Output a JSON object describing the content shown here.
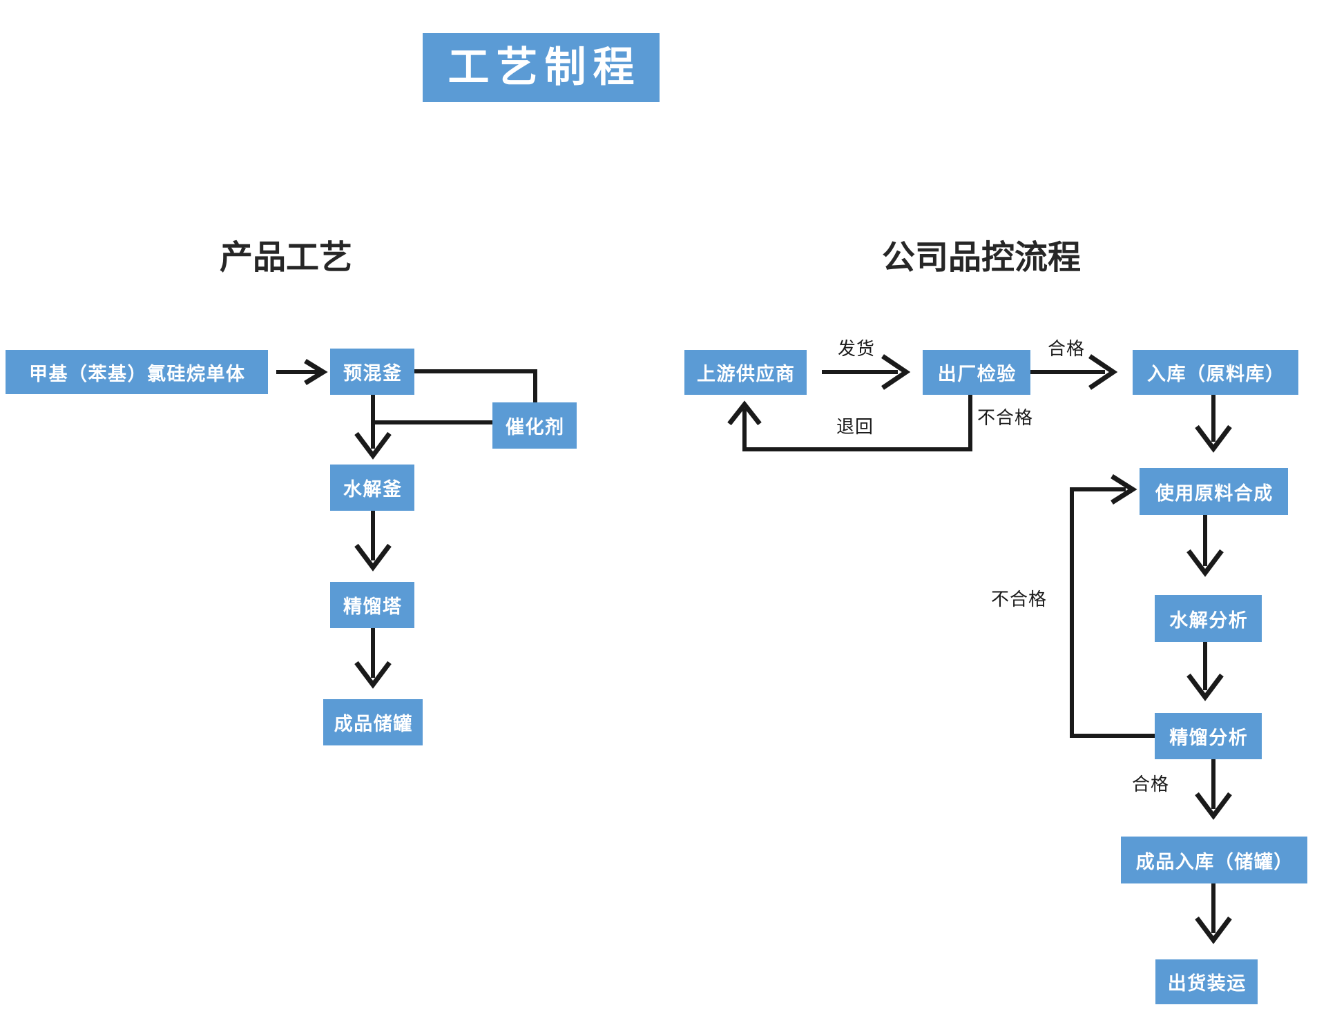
{
  "page": {
    "title": "工艺制程",
    "background_color": "#ffffff",
    "accent_color": "#5B9BD5",
    "line_color": "#1a1a1a"
  },
  "sections": {
    "left": {
      "header": "产品工艺"
    },
    "right": {
      "header": "公司品控流程"
    }
  },
  "left_flow": {
    "nodes": [
      {
        "id": "monomer",
        "label": "甲基（苯基）氯硅烷单体"
      },
      {
        "id": "premix",
        "label": "预混釜"
      },
      {
        "id": "catalyst",
        "label": "催化剂"
      },
      {
        "id": "hydro",
        "label": "水解釜"
      },
      {
        "id": "column",
        "label": "精馏塔"
      },
      {
        "id": "tank",
        "label": "成品储罐"
      }
    ]
  },
  "right_flow": {
    "nodes": [
      {
        "id": "supplier",
        "label": "上游供应商"
      },
      {
        "id": "inspection",
        "label": "出厂检验"
      },
      {
        "id": "warehouse",
        "label": "入库（原料库）"
      },
      {
        "id": "synthesis",
        "label": "使用原料合成"
      },
      {
        "id": "hydro_an",
        "label": "水解分析"
      },
      {
        "id": "distill_an",
        "label": "精馏分析"
      },
      {
        "id": "fg_storage",
        "label": "成品入库（储罐）"
      },
      {
        "id": "shipping",
        "label": "出货装运"
      }
    ],
    "edge_labels": {
      "ship": "发货",
      "pass_top": "合格",
      "return": "退回",
      "fail_top": "不合格",
      "fail_loop": "不合格",
      "pass_bottom": "合格"
    }
  }
}
